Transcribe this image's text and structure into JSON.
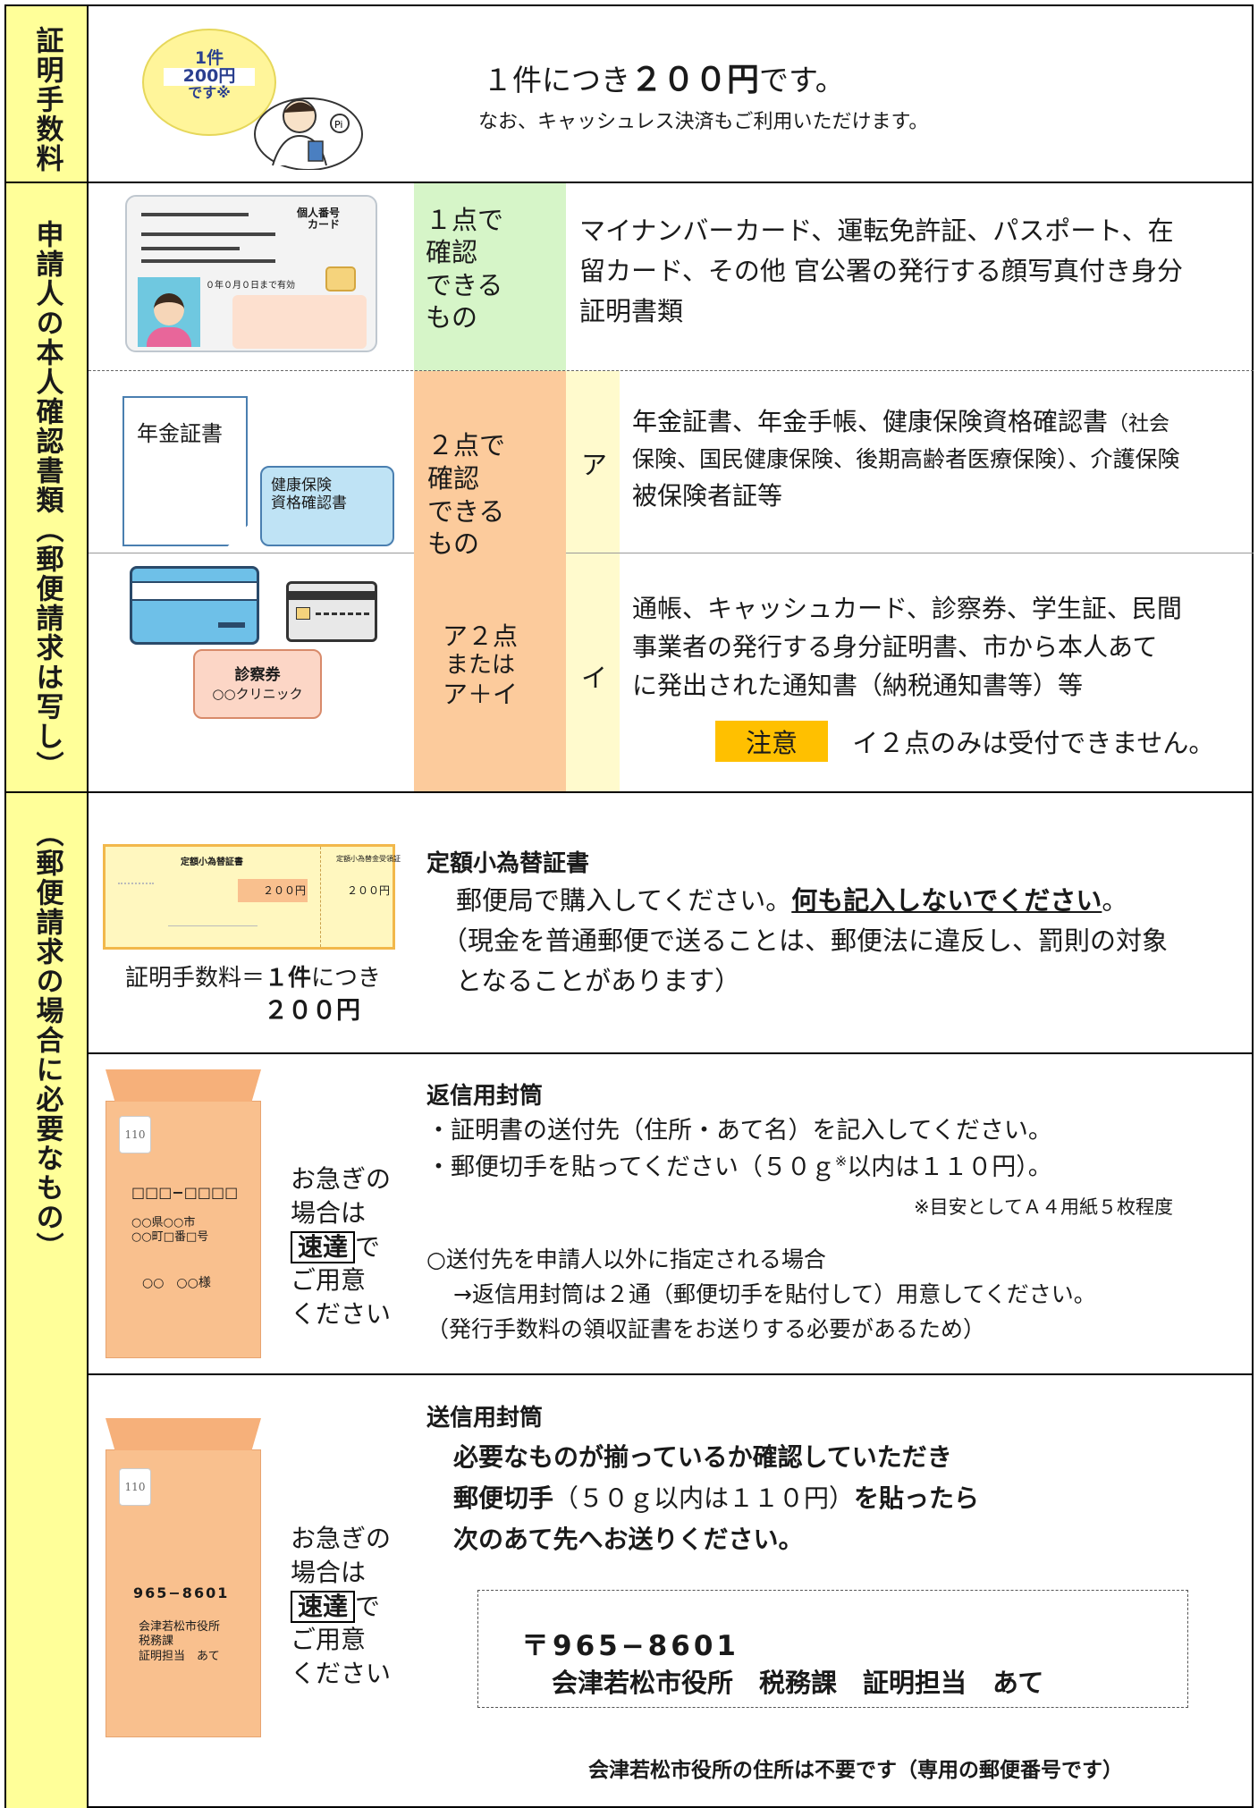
{
  "sections": {
    "fee_label": "証明手数料",
    "id_label": "申請人の本人確認書類（郵便請求は写し）",
    "mail_label": "（郵便請求の場合に必要なもの）"
  },
  "fee": {
    "bubble": [
      "1件",
      "200円",
      "です※"
    ],
    "line1_prefix": "１件につき",
    "line1_amount": "２００円",
    "line1_suffix": "です。",
    "line2": "なお、キャッシュレス決済もご利用いただけます。"
  },
  "id_docs": {
    "one_point_label": [
      "１点で",
      "確認",
      "できる",
      "もの"
    ],
    "one_point_text": [
      "マイナンバーカード、運転免許証、パスポート、在",
      "留カード、その他 官公署の発行する顔写真付き身分",
      "証明書類"
    ],
    "card_text": [
      "個人番号",
      "カード"
    ],
    "card_date": "０年０月０日まで有効",
    "two_point_label": [
      "２点で",
      "確認",
      "できる",
      "もの"
    ],
    "two_point_combo": [
      "ア２点",
      "または",
      "ア＋イ"
    ],
    "a_marker": "ア",
    "a_text_1a": "年金証書、年金手帳、健康保険資格確認書",
    "a_text_1b": "（社会",
    "a_text_2": "保険、国民健康保険、後期高齢者医療保険）、介護保険",
    "a_text_3": "被保険者証等",
    "i_marker": "イ",
    "i_text": [
      "通帳、キャッシュカード、診察券、学生証、民間",
      "事業者の発行する身分証明書、市から本人あて",
      "に発出された通知書（納税通知書等）等"
    ],
    "note_badge": "注意",
    "note_text": "イ２点のみは受付できません。",
    "pension_doc": "年金証書",
    "insurance_doc": [
      "健康保険",
      "資格確認書"
    ],
    "clinic_card": [
      "診察券",
      "○○クリニック"
    ]
  },
  "postal_order": {
    "title": "定額小為替証書",
    "ticket_title": "定額小為替証書",
    "ticket_stub": "定額小為替金受領証",
    "ticket_amount": "２００円",
    "line1_prefix": "郵便局で購入してください。",
    "line1_emph": "何も記入しないでください",
    "line1_suffix": "。",
    "line2": "（現金を普通郵便で送ることは、郵便法に違反し、罰則の対象",
    "line3": "となることがあります）",
    "fee_note_prefix": "証明手数料＝",
    "fee_note_bold": "１件",
    "fee_note_mid": "につき",
    "fee_note_amount": "２００円"
  },
  "return_env": {
    "title": "返信用封筒",
    "line1": "・証明書の送付先（住所・あて名）を記入してください。",
    "line2a": "・郵便切手を貼ってください（５０ｇ",
    "line2sup": "※",
    "line2b": "以内は１１０円）。",
    "line3": "※目安としてＡ４用紙５枚程度",
    "line4": "○送付先を申請人以外に指定される場合",
    "line5": "→返信用封筒は２通（郵便切手を貼付して）用意してください。",
    "line6": "（発行手数料の領収証書をお送りする必要があるため）",
    "stamp": "110",
    "env_zip": "□□□−□□□□",
    "env_addr": [
      "○○県○○市",
      "○○町□番□号"
    ],
    "env_name": "○○　○○様",
    "urgent": [
      "お急ぎの",
      "場合は",
      "速達",
      "で",
      "ご用意",
      "ください"
    ]
  },
  "send_env": {
    "title": "送信用封筒",
    "line1": "必要なものが揃っているか確認していただき",
    "line2a": "郵便切手",
    "line2b": "（５０ｇ以内は１１０円）",
    "line2c": "を貼ったら",
    "line3": "次のあて先へお送りください。",
    "stamp": "110",
    "env_zip": "965−8601",
    "env_addr": [
      "会津若松市役所",
      "税務課",
      "証明担当　あて"
    ],
    "urgent": [
      "お急ぎの",
      "場合は",
      "速達",
      "で",
      "ご用意",
      "ください"
    ],
    "addr_zip": "〒965−8601",
    "addr_line": "会津若松市役所　税務課　証明担当　あて",
    "note": "会津若松市役所の住所は不要です（専用の郵便番号です）"
  }
}
